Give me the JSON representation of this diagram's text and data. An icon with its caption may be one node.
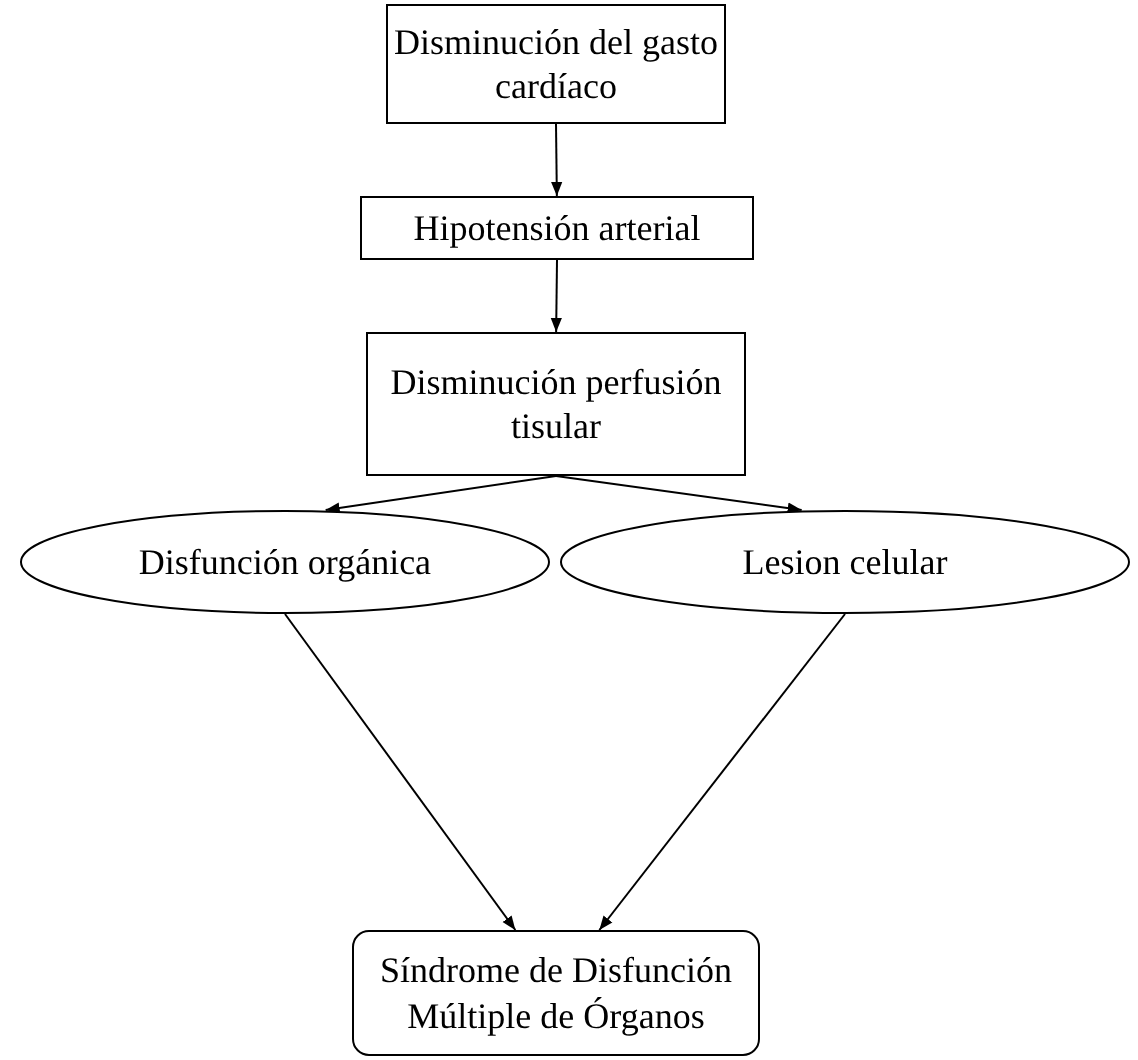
{
  "diagram": {
    "nodes": [
      {
        "text": [
          "Disminución del gasto cardíaco"
        ]
      },
      {
        "text": [
          "Hipotensión arterial"
        ]
      },
      {
        "text": [
          "Disminución perfusión tisular"
        ]
      },
      {
        "text": [
          "Disfunción orgánica"
        ]
      },
      {
        "text": [
          "Lesion celular"
        ]
      },
      {
        "text": [
          "Síndrome de Disfunción Múltiple de Órganos"
        ]
      }
    ],
    "edges": [
      {
        "from": 0,
        "to": 1,
        "arrow": "to"
      },
      {
        "from": 1,
        "to": 2,
        "arrow": "to"
      },
      {
        "from": 2,
        "to": 3,
        "arrow": "to"
      },
      {
        "from": 2,
        "to": 4,
        "arrow": "to"
      },
      {
        "from": 3,
        "to": 5,
        "arrow": "to"
      },
      {
        "from": 4,
        "to": 5,
        "arrow": "to"
      }
    ]
  }
}
